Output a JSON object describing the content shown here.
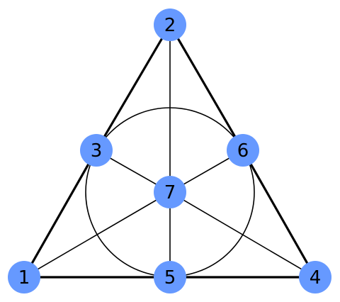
{
  "diagram": {
    "type": "graph",
    "node_color": "#6699ff",
    "edge_color": "#000000",
    "background": "#ffffff",
    "nodes": [
      {
        "id": "1",
        "label": "1"
      },
      {
        "id": "2",
        "label": "2"
      },
      {
        "id": "3",
        "label": "3"
      },
      {
        "id": "4",
        "label": "4"
      },
      {
        "id": "5",
        "label": "5"
      },
      {
        "id": "6",
        "label": "6"
      },
      {
        "id": "7",
        "label": "7"
      }
    ],
    "edges": [
      {
        "from": "1",
        "to": "3",
        "emphasis": "thick"
      },
      {
        "from": "3",
        "to": "2",
        "emphasis": "thick"
      },
      {
        "from": "2",
        "to": "6",
        "emphasis": "thick"
      },
      {
        "from": "6",
        "to": "4",
        "emphasis": "thick"
      },
      {
        "from": "4",
        "to": "5",
        "emphasis": "thick"
      },
      {
        "from": "5",
        "to": "1",
        "emphasis": "thick"
      },
      {
        "from": "2",
        "to": "7",
        "emphasis": "thin"
      },
      {
        "from": "7",
        "to": "5",
        "emphasis": "thin"
      },
      {
        "from": "1",
        "to": "7",
        "emphasis": "thin"
      },
      {
        "from": "7",
        "to": "6",
        "emphasis": "thin"
      },
      {
        "from": "4",
        "to": "7",
        "emphasis": "thin"
      },
      {
        "from": "7",
        "to": "3",
        "emphasis": "thin"
      }
    ],
    "circle_through": [
      "3",
      "6",
      "5"
    ]
  }
}
